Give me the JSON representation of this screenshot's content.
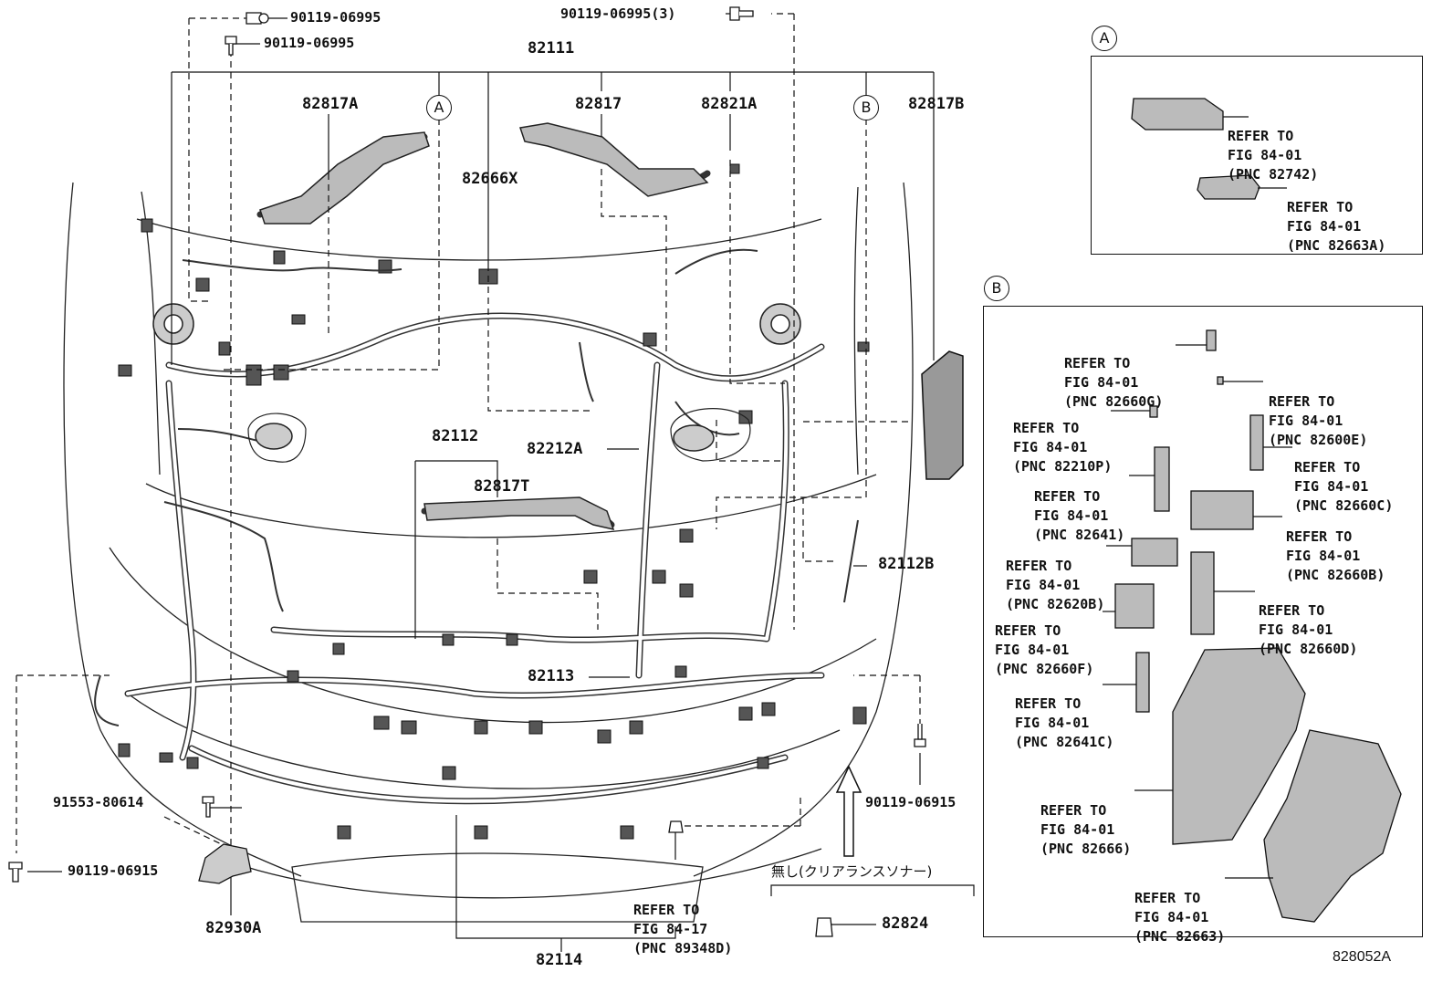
{
  "main_labels": {
    "p82111": "82111",
    "p82817A": "82817A",
    "p82817": "82817",
    "p82821A": "82821A",
    "p82817B": "82817B",
    "p82666X": "82666X",
    "p82112": "82112",
    "p82817T": "82817T",
    "p82212A": "82212A",
    "p82112B": "82112B",
    "p82113": "82113",
    "p82114": "82114",
    "p82930A": "82930A",
    "p82824": "82824"
  },
  "fasteners": {
    "f1": "90119-06995",
    "f2": "90119-06995",
    "f3": "90119-06995(3)",
    "f4": "91553-80614",
    "f5": "90119-06915",
    "f6": "90119-06915"
  },
  "callouts": {
    "a_circle": "A",
    "b_circle": "B",
    "inset_a_label": "A",
    "inset_b_label": "B"
  },
  "bottom_ref": {
    "l1": "REFER TO",
    "l2": "FIG 84-17",
    "l3": "(PNC 89348D)"
  },
  "note_jp": "無し(クリアランスソナー)",
  "inset_a": [
    {
      "l1": "REFER TO",
      "l2": "FIG 84-01",
      "l3": "(PNC 82742)"
    },
    {
      "l1": "REFER TO",
      "l2": "FIG 84-01",
      "l3": "(PNC 82663A)"
    }
  ],
  "inset_b": [
    {
      "l1": "REFER TO",
      "l2": "FIG 84-01",
      "l3": "(PNC 82660G)"
    },
    {
      "l1": "REFER TO",
      "l2": "FIG 84-01",
      "l3": "(PNC 82600E)"
    },
    {
      "l1": "REFER TO",
      "l2": "FIG 84-01",
      "l3": "(PNC 82210P)"
    },
    {
      "l1": "REFER TO",
      "l2": "FIG 84-01",
      "l3": "(PNC 82660C)"
    },
    {
      "l1": "REFER TO",
      "l2": "FIG 84-01",
      "l3": "(PNC 82641)"
    },
    {
      "l1": "REFER TO",
      "l2": "FIG 84-01",
      "l3": "(PNC 82660B)"
    },
    {
      "l1": "REFER TO",
      "l2": "FIG 84-01",
      "l3": "(PNC 82620B)"
    },
    {
      "l1": "REFER TO",
      "l2": "FIG 84-01",
      "l3": "(PNC 82660D)"
    },
    {
      "l1": "REFER TO",
      "l2": "FIG 84-01",
      "l3": "(PNC 82660F)"
    },
    {
      "l1": "REFER TO",
      "l2": "FIG 84-01",
      "l3": "(PNC 82641C)"
    },
    {
      "l1": "REFER TO",
      "l2": "FIG 84-01",
      "l3": "(PNC 82666)"
    },
    {
      "l1": "REFER TO",
      "l2": "FIG 84-01",
      "l3": "(PNC 82663)"
    }
  ],
  "figure_id": "828052A"
}
